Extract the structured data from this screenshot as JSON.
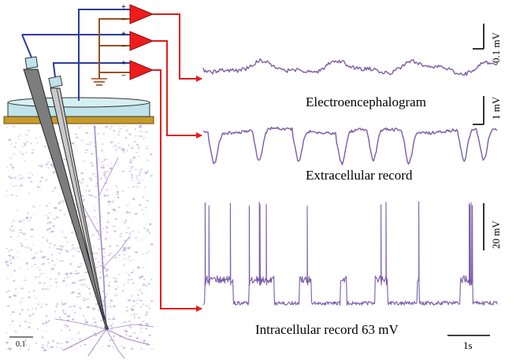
{
  "labels": {
    "eeg": "Electroencephalogram",
    "extracellular": "Extracellular record",
    "intracellular": "Intracellular record 63 mV"
  },
  "scale_bars": {
    "eeg": "0.1 mV",
    "extracellular": "1 mV",
    "intracellular": "20 mV",
    "time": "1s",
    "tissue": "0.1"
  },
  "amplifier_signs": {
    "plus": "+",
    "minus": "−"
  },
  "colors": {
    "trace": "#7b5ca8",
    "amplifier": "#ee1c1c",
    "signal_wire": "#e31b1b",
    "electrode_wire_blue": "#2e3a9a",
    "ground_wire_brown": "#9a4e1e",
    "dish": "#bfe3ea",
    "dish_base": "#c79a2a",
    "tissue_dots": "#b9a9d6",
    "neuron": "#a088c8"
  }
}
